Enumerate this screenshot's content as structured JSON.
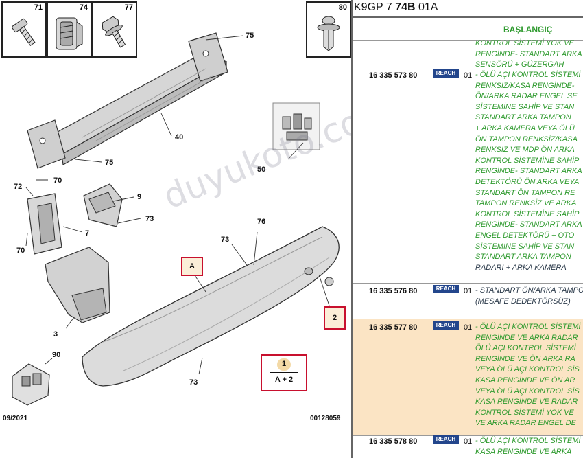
{
  "thumbnails": [
    {
      "number": "71",
      "icon": "screw-icon"
    },
    {
      "number": "74",
      "icon": "clip-nut-icon"
    },
    {
      "number": "77",
      "icon": "flange-bolt-icon"
    },
    {
      "number": "80",
      "icon": "push-rivet-icon"
    }
  ],
  "callouts": {
    "c75a": "75",
    "c75b": "75",
    "c40": "40",
    "c50": "50",
    "c72": "72",
    "c70a": "70",
    "c70b": "70",
    "c9": "9",
    "c73a": "73",
    "c7": "7",
    "c76": "76",
    "c73b": "73",
    "c3": "3",
    "c90": "90",
    "c73c": "73"
  },
  "markers": {
    "a": "A",
    "two": "2",
    "one": "1",
    "a_plus_two": "A + 2"
  },
  "footer": {
    "date": "09/2021",
    "code": "00128059"
  },
  "watermark": "duyukoto.com",
  "panel": {
    "title_prefix": "K9GP 7 ",
    "title_bold": "74B",
    "title_suffix": " 01A",
    "start_label": "BAŞLANGIÇ",
    "reach_label": "REACH",
    "top_lines": [
      "KONTROL SİSTEMİ YOK VE",
      "RENGİNDE- STANDART ARKA",
      "SENSÖRÜ + GÜZERGAH"
    ],
    "rows": [
      {
        "ref": "16 335 573 80",
        "qty": "01",
        "lines": [
          "- ÖLÜ AÇI KONTROL SİSTEMİ",
          "RENKSİZ/KASA RENGİNDE-",
          "ÖN/ARKA RADAR ENGEL SE",
          "SİSTEMİNE SAHİP VE STAN",
          "STANDART ARKA TAMPON",
          "+ ARKA KAMERA VEYA ÖLÜ",
          "ÖN TAMPON RENKSİZ/KASA",
          "RENKSİZ VE MDP ÖN ARKA",
          "KONTROL SİSTEMİNE SAHİP",
          "RENGİNDE- STANDART ARKA",
          "DETEKTÖRÜ ÖN ARKA VEYA",
          "STANDART ÖN TAMPON RE",
          "TAMPON RENKSİZ VE ARKA",
          "KONTROL SİSTEMİNE SAHİP",
          "RENGİNDE- STANDART ARKA",
          "ENGEL DETEKTÖRÜ + OTO",
          "SİSTEMİNE SAHİP VE STAN",
          "STANDART ARKA TAMPON",
          "RADARI + ARKA KAMERA"
        ]
      },
      {
        "ref": "16 335 576 80",
        "qty": "01",
        "lines": [
          "- STANDART ÖN/ARKA TAMPON",
          "(MESAFE DEDEKTÖRSÜZ)"
        ]
      },
      {
        "ref": "16 335 577 80",
        "qty": "01",
        "lines": [
          "- ÖLÜ AÇI KONTROL SİSTEMİ",
          "RENGİNDE VE ARKA RADAR",
          "ÖLÜ AÇI KONTROL SİSTEMİ",
          "RENGİNDE VE ÖN ARKA RA",
          "VEYA ÖLÜ AÇI KONTROL SİS",
          "KASA RENGİNDE VE ÖN AR",
          "VEYA ÖLÜ AÇI KONTROL SİS",
          "KASA RENGİNDE VE RADAR",
          "KONTROL SİSTEMİ YOK VE",
          "VE ARKA RADAR ENGEL DE"
        ]
      },
      {
        "ref": "16 335 578 80",
        "qty": "01",
        "lines": [
          "- ÖLÜ AÇI KONTROL SİSTEMİ",
          "KASA RENGİNDE VE ARKA"
        ]
      }
    ]
  }
}
